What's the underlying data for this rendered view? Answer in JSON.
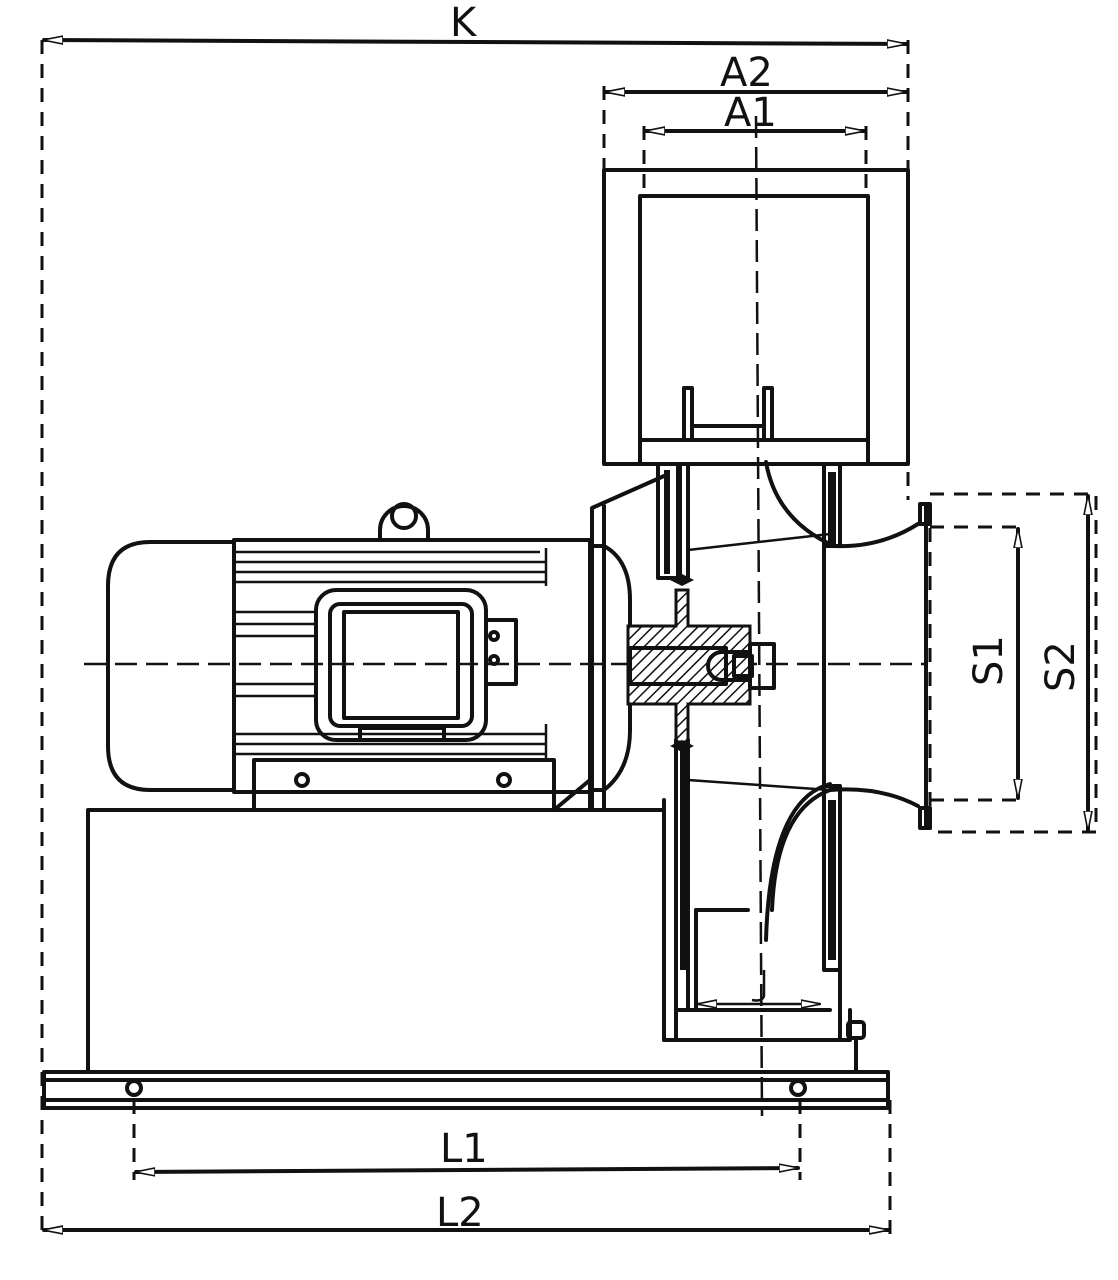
{
  "dimensions": {
    "K": "K",
    "A2": "A2",
    "A1": "A1",
    "S1": "S1",
    "S2": "S2",
    "L1": "L1",
    "L2": "L2"
  },
  "colors": {
    "line": "#111111",
    "background": "#ffffff"
  }
}
